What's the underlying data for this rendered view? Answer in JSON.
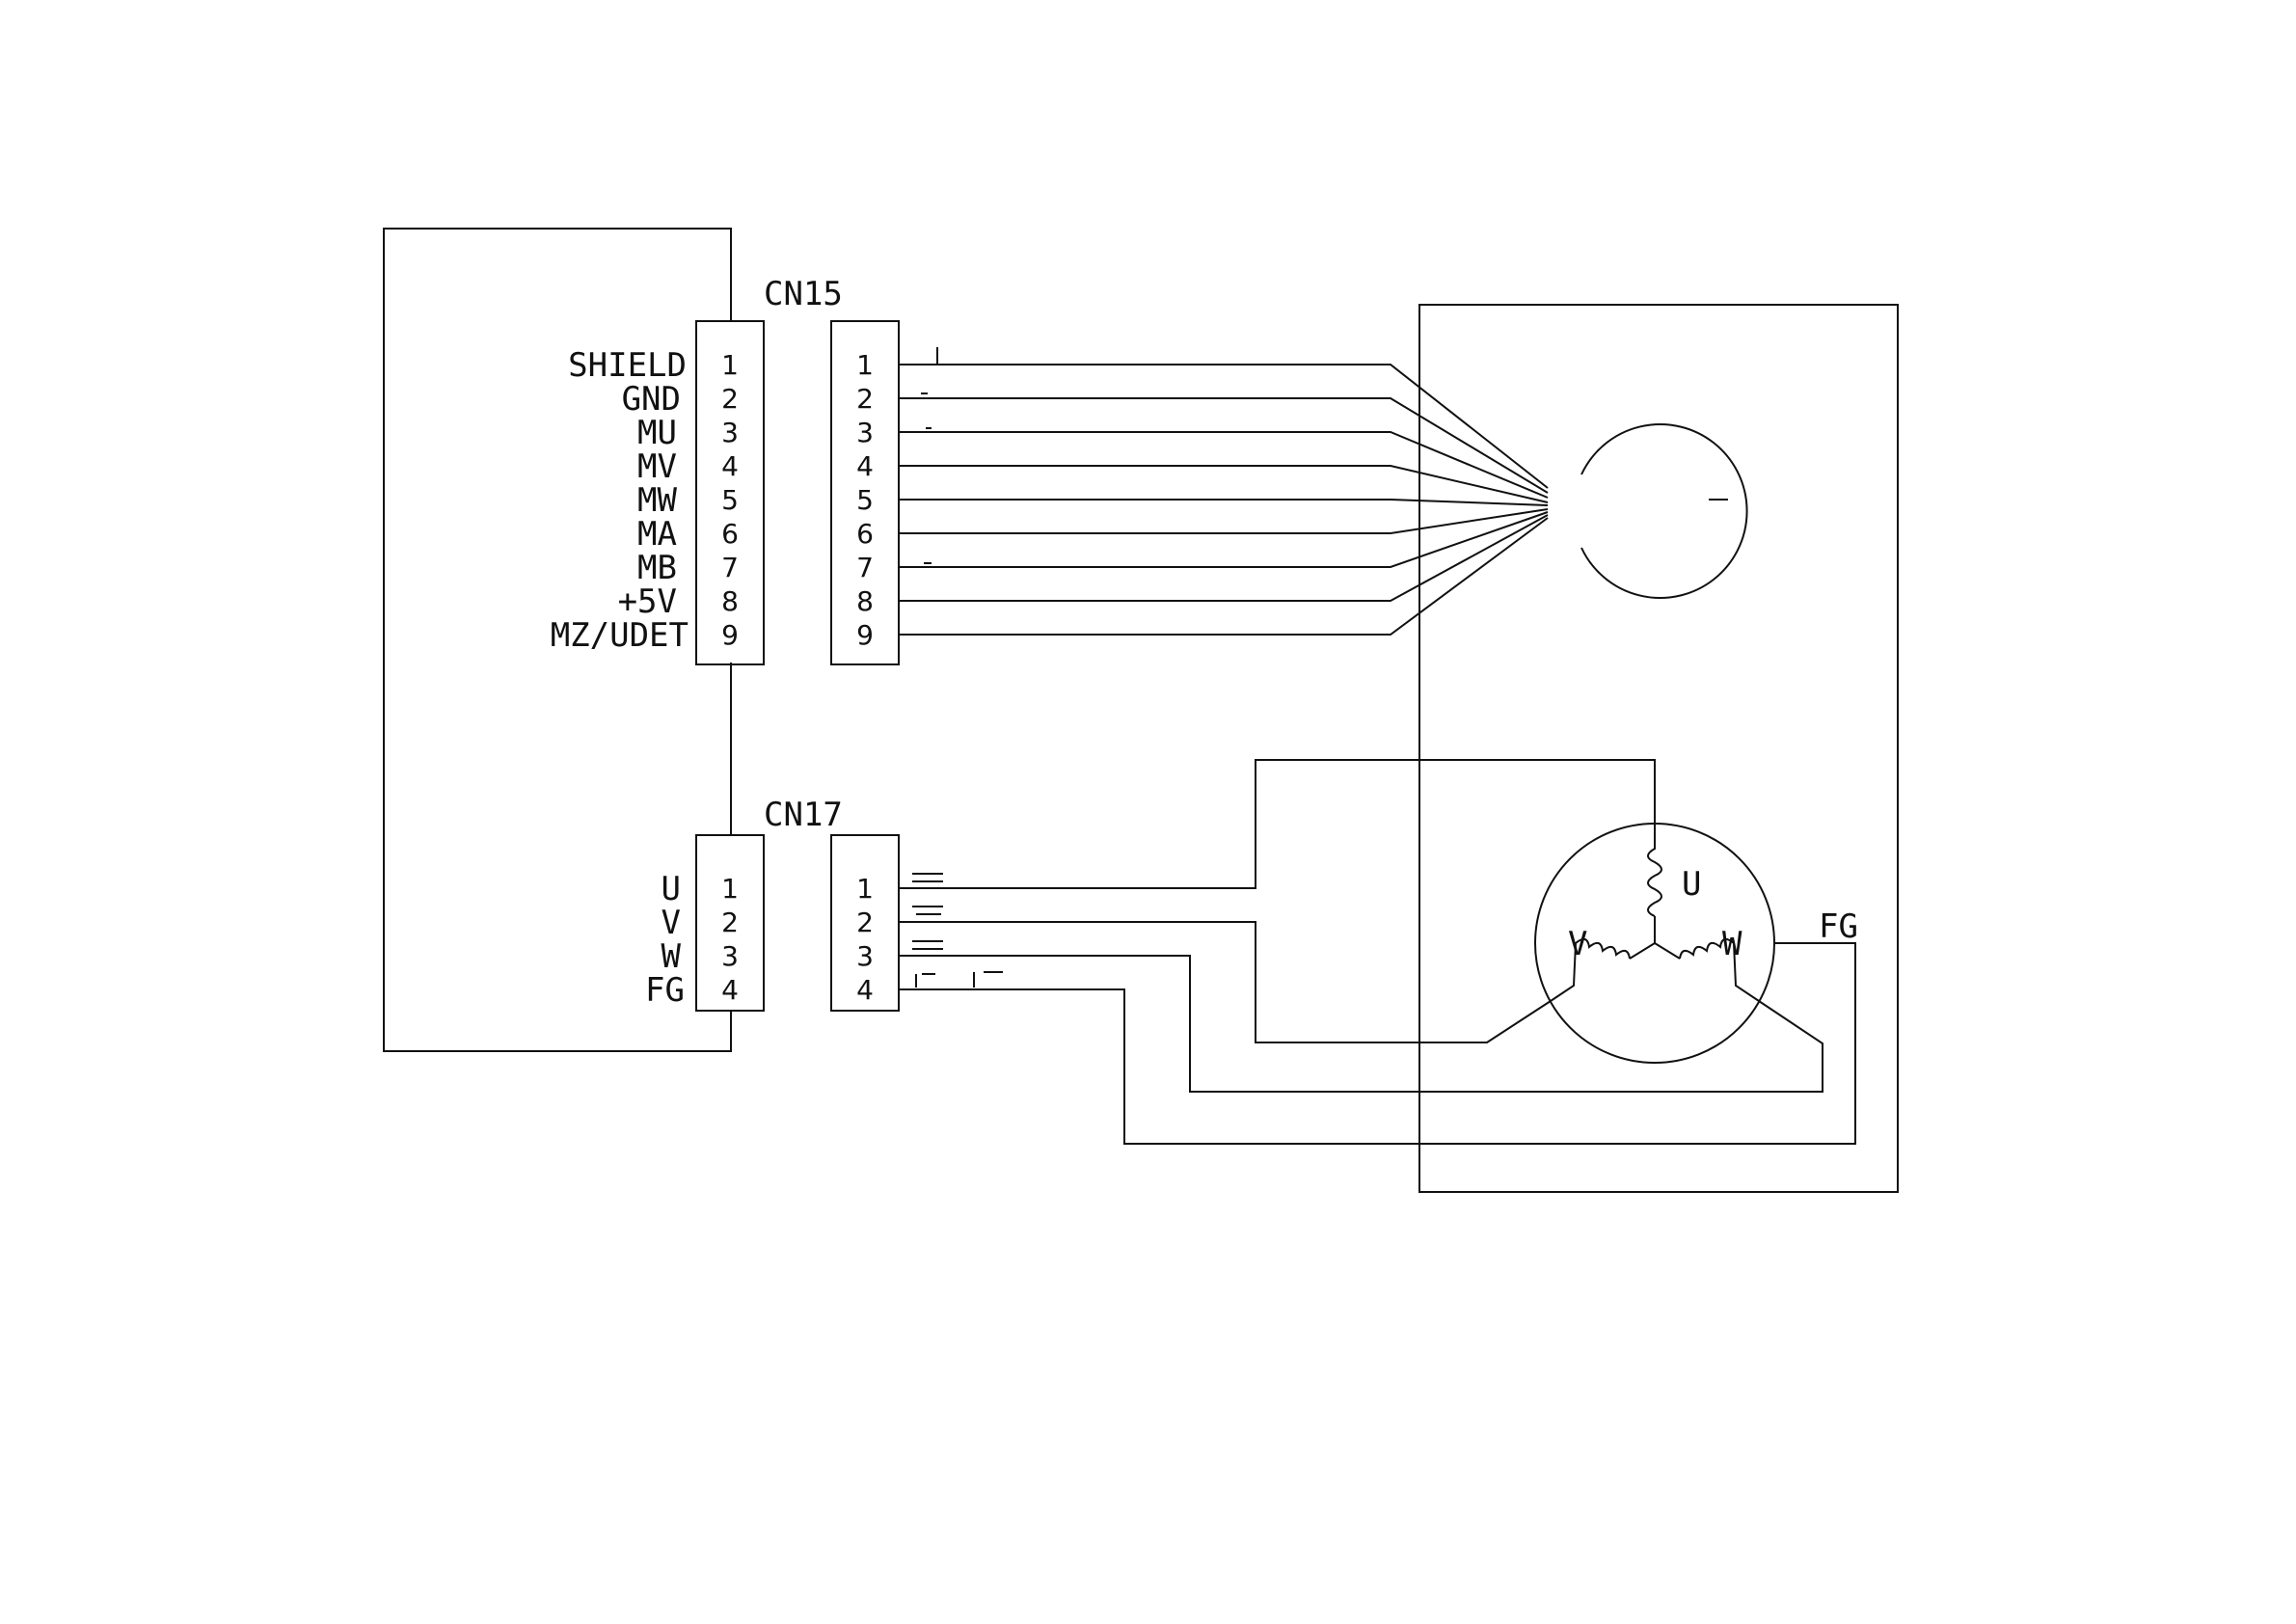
{
  "cn15": {
    "title": "CN15",
    "signals": [
      "SHIELD",
      "GND",
      "MU",
      "MV",
      "MW",
      "MA",
      "MB",
      "+5V",
      "MZ/UDET"
    ],
    "pins": [
      "1",
      "2",
      "3",
      "4",
      "5",
      "6",
      "7",
      "8",
      "9"
    ]
  },
  "cn17": {
    "title": "CN17",
    "signals": [
      "U",
      "V",
      "W",
      "FG"
    ],
    "pins": [
      "1",
      "2",
      "3",
      "4"
    ]
  },
  "motor": {
    "phase_u": "U",
    "phase_v": "V",
    "phase_w": "W",
    "frame_ground": "FG"
  }
}
